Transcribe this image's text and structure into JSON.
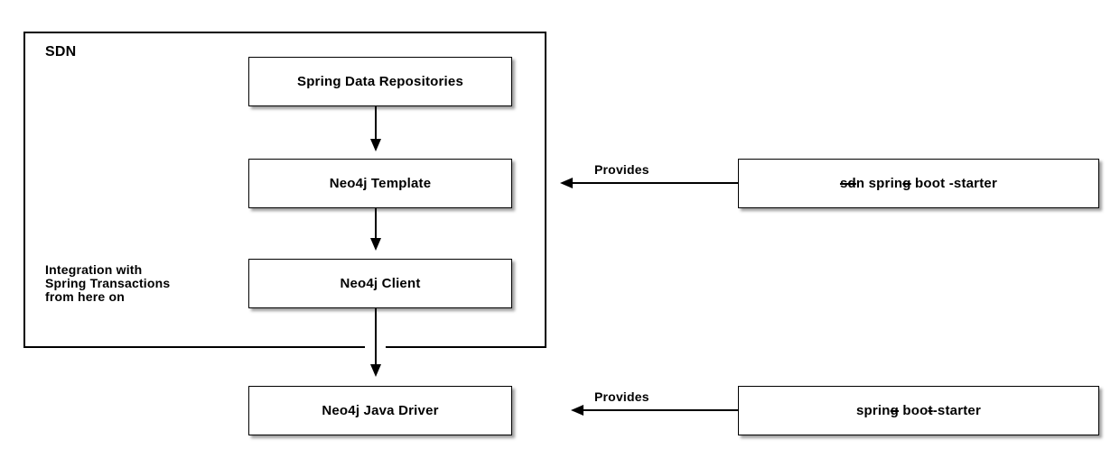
{
  "diagram": {
    "colors": {
      "background": "#ffffff",
      "line": "#000000",
      "node_fill": "#ffffff",
      "text": "#000000"
    },
    "container": {
      "label": "SDN"
    },
    "nodes": {
      "repositories": {
        "label": "Spring Data Repositories"
      },
      "template": {
        "label": "Neo4j Template"
      },
      "client": {
        "label": "Neo4j Client"
      },
      "driver": {
        "label": "Neo4j Java Driver"
      },
      "starter_sdn": {
        "text": "sdn spring boot-starter",
        "segments": [
          {
            "t": "sd",
            "strike": true
          },
          {
            "t": "n sprin",
            "strike": false
          },
          {
            "t": "g",
            "strike": true
          },
          {
            "t": " boot ",
            "strike": false
          },
          {
            "t": "-starter",
            "strike": false
          }
        ]
      },
      "starter_boot": {
        "text": "spring boot-starter",
        "segments": [
          {
            "t": "sprin",
            "strike": false
          },
          {
            "t": "g",
            "strike": true
          },
          {
            "t": " boo",
            "strike": false
          },
          {
            "t": "t",
            "strike": true
          },
          {
            "t": "-starter",
            "strike": false
          }
        ]
      }
    },
    "note": {
      "lines": [
        "Integration with",
        "Spring Transactions",
        "from here on"
      ]
    },
    "edges": {
      "provides_top": "Provides",
      "provides_bottom": "Provides"
    }
  }
}
